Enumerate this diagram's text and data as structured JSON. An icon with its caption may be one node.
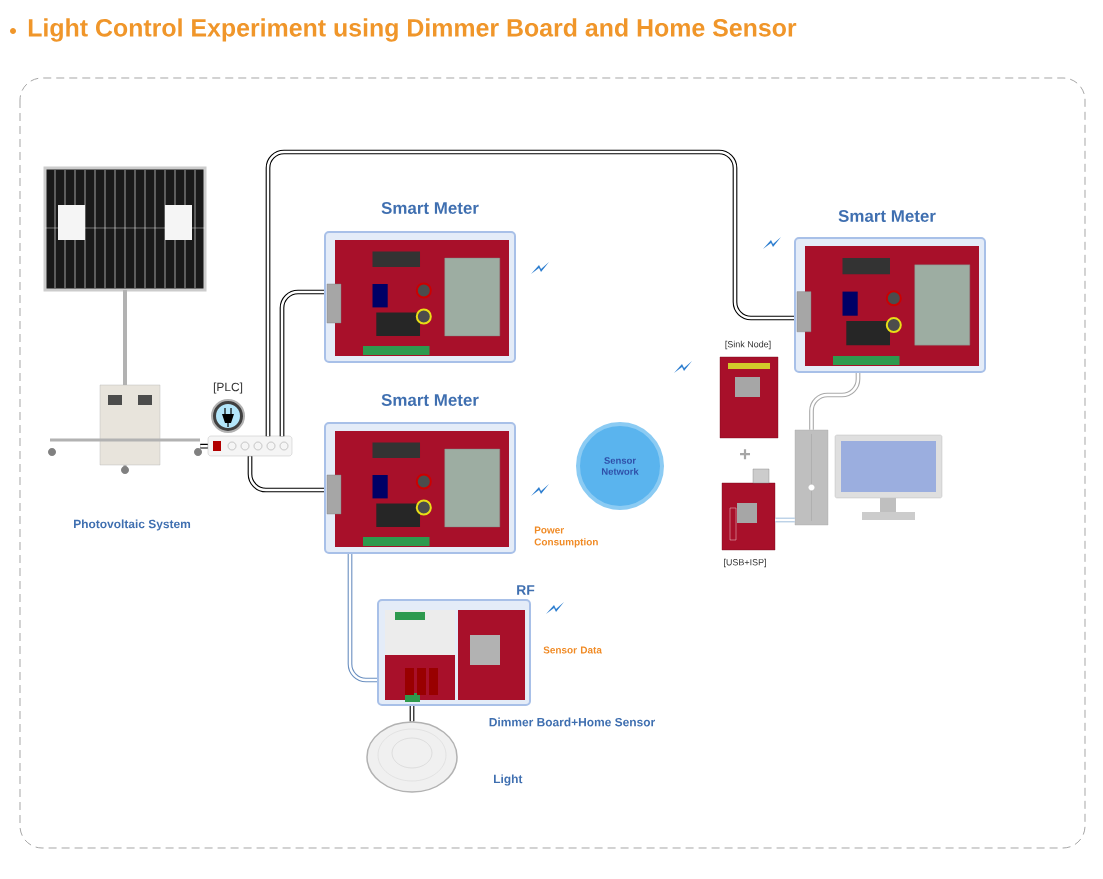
{
  "diagram": {
    "title": "Light Control Experiment using Dimmer Board and Home Sensor",
    "nodes": [
      {
        "text": [
          "Photovoltaic System"
        ]
      },
      {
        "text": [
          "[PLC]"
        ]
      },
      {
        "text": [
          "Smart Meter"
        ]
      },
      {
        "text": [
          "Smart Meter"
        ]
      },
      {
        "text": [
          "Smart Meter"
        ]
      },
      {
        "text": [
          "Sensor Network"
        ]
      },
      {
        "text": [
          "[Sink Node]"
        ]
      },
      {
        "text": [
          "[USB+ISP]"
        ]
      },
      {
        "text": [],
        "shape": "picture"
      },
      {
        "text": [
          "Dimmer Board+Home Sensor"
        ]
      },
      {
        "text": [
          "Light"
        ]
      }
    ],
    "edges": [
      {
        "from": 0,
        "to": 1,
        "arrow": "none"
      },
      {
        "from": 1,
        "to": 4,
        "arrow": "none"
      },
      {
        "from": 1,
        "to": 2,
        "arrow": "none"
      },
      {
        "from": 1,
        "to": 3,
        "arrow": "none"
      },
      {
        "from": 3,
        "to": 9,
        "arrow": "none",
        "color": "#6a8fc0"
      },
      {
        "from": 9,
        "to": 10,
        "arrow": "none"
      },
      {
        "from": 4,
        "to": 8,
        "arrow": "none",
        "color": "#aaaaaa"
      },
      {
        "from": 7,
        "to": 8,
        "arrow": "none",
        "color": "#a8c4e0"
      }
    ],
    "labels": [
      "Power Consumption",
      "RF",
      "Sensor Data",
      "+"
    ]
  }
}
